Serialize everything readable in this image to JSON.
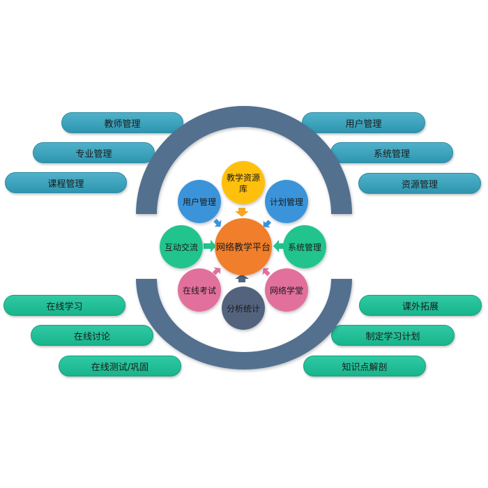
{
  "left_top_pills": [
    "教师管理",
    "专业管理",
    "课程管理"
  ],
  "right_top_pills": [
    "用户管理",
    "系统管理",
    "资源管理"
  ],
  "left_bottom_pills": [
    "在线学习",
    "在线讨论",
    "在线测试/巩固"
  ],
  "right_bottom_pills": [
    "课外拓展",
    "制定学习计划",
    "知识点解剖"
  ],
  "center": {
    "label": "网络教学平台",
    "color": "#f07e2c"
  },
  "ring_nodes": [
    {
      "label_lines": [
        "教学资源",
        "库"
      ],
      "color": "#ffbf0d"
    },
    {
      "label_lines": [
        "计划管理"
      ],
      "color": "#3b94d9"
    },
    {
      "label_lines": [
        "系统管理"
      ],
      "color": "#22c48e"
    },
    {
      "label_lines": [
        "网络学堂"
      ],
      "color": "#e2709c"
    },
    {
      "label_lines": [
        "分析统计"
      ],
      "color": "#52647e"
    },
    {
      "label_lines": [
        "在线考试"
      ],
      "color": "#e2709c"
    },
    {
      "label_lines": [
        "互动交流"
      ],
      "color": "#22c48e"
    },
    {
      "label_lines": [
        "用户管理"
      ],
      "color": "#3b94d9"
    }
  ],
  "colors": {
    "arc": "#52708f",
    "pill_blue": "#3aa3bd",
    "pill_green": "#20bd96"
  }
}
